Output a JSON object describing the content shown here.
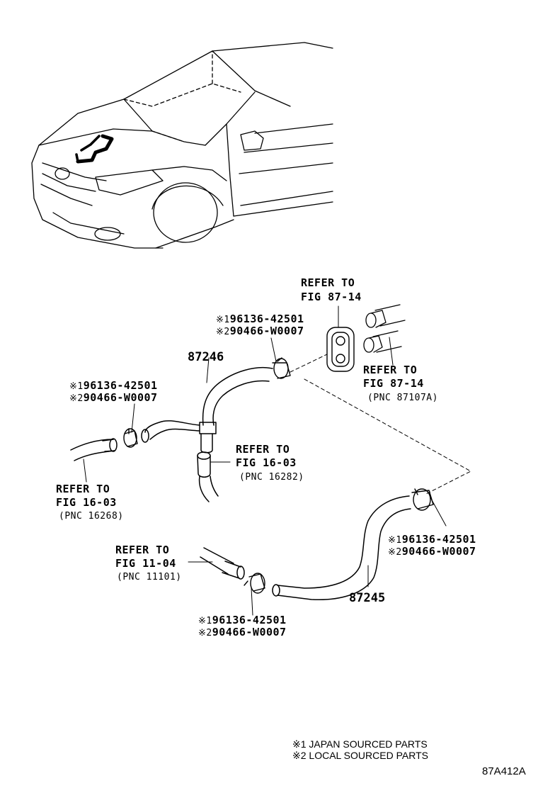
{
  "refs": {
    "top": {
      "line1": "REFER TO",
      "line2": "FIG 87-14"
    },
    "right": {
      "line1": "REFER TO",
      "line2": "FIG 87-14",
      "pnc": "(PNC 87107A)"
    },
    "mid": {
      "line1": "REFER TO",
      "line2": "FIG 16-03",
      "pnc": "(PNC 16282)"
    },
    "left": {
      "line1": "REFER TO",
      "line2": "FIG 16-03",
      "pnc": "(PNC 16268)"
    },
    "bottom": {
      "line1": "REFER TO",
      "line2": "FIG 11-04",
      "pnc": "(PNC 11101)"
    }
  },
  "clamps": {
    "mark1": "※1",
    "mark2": "※2",
    "part1": "96136-42501",
    "part2": "90466-W0007"
  },
  "parts": {
    "hose_upper": "87246",
    "hose_lower": "87245"
  },
  "legend": {
    "note1": "※1 JAPAN SOURCED PARTS",
    "note2": "※2 LOCAL SOURCED PARTS"
  },
  "figure_code": "87A412A"
}
